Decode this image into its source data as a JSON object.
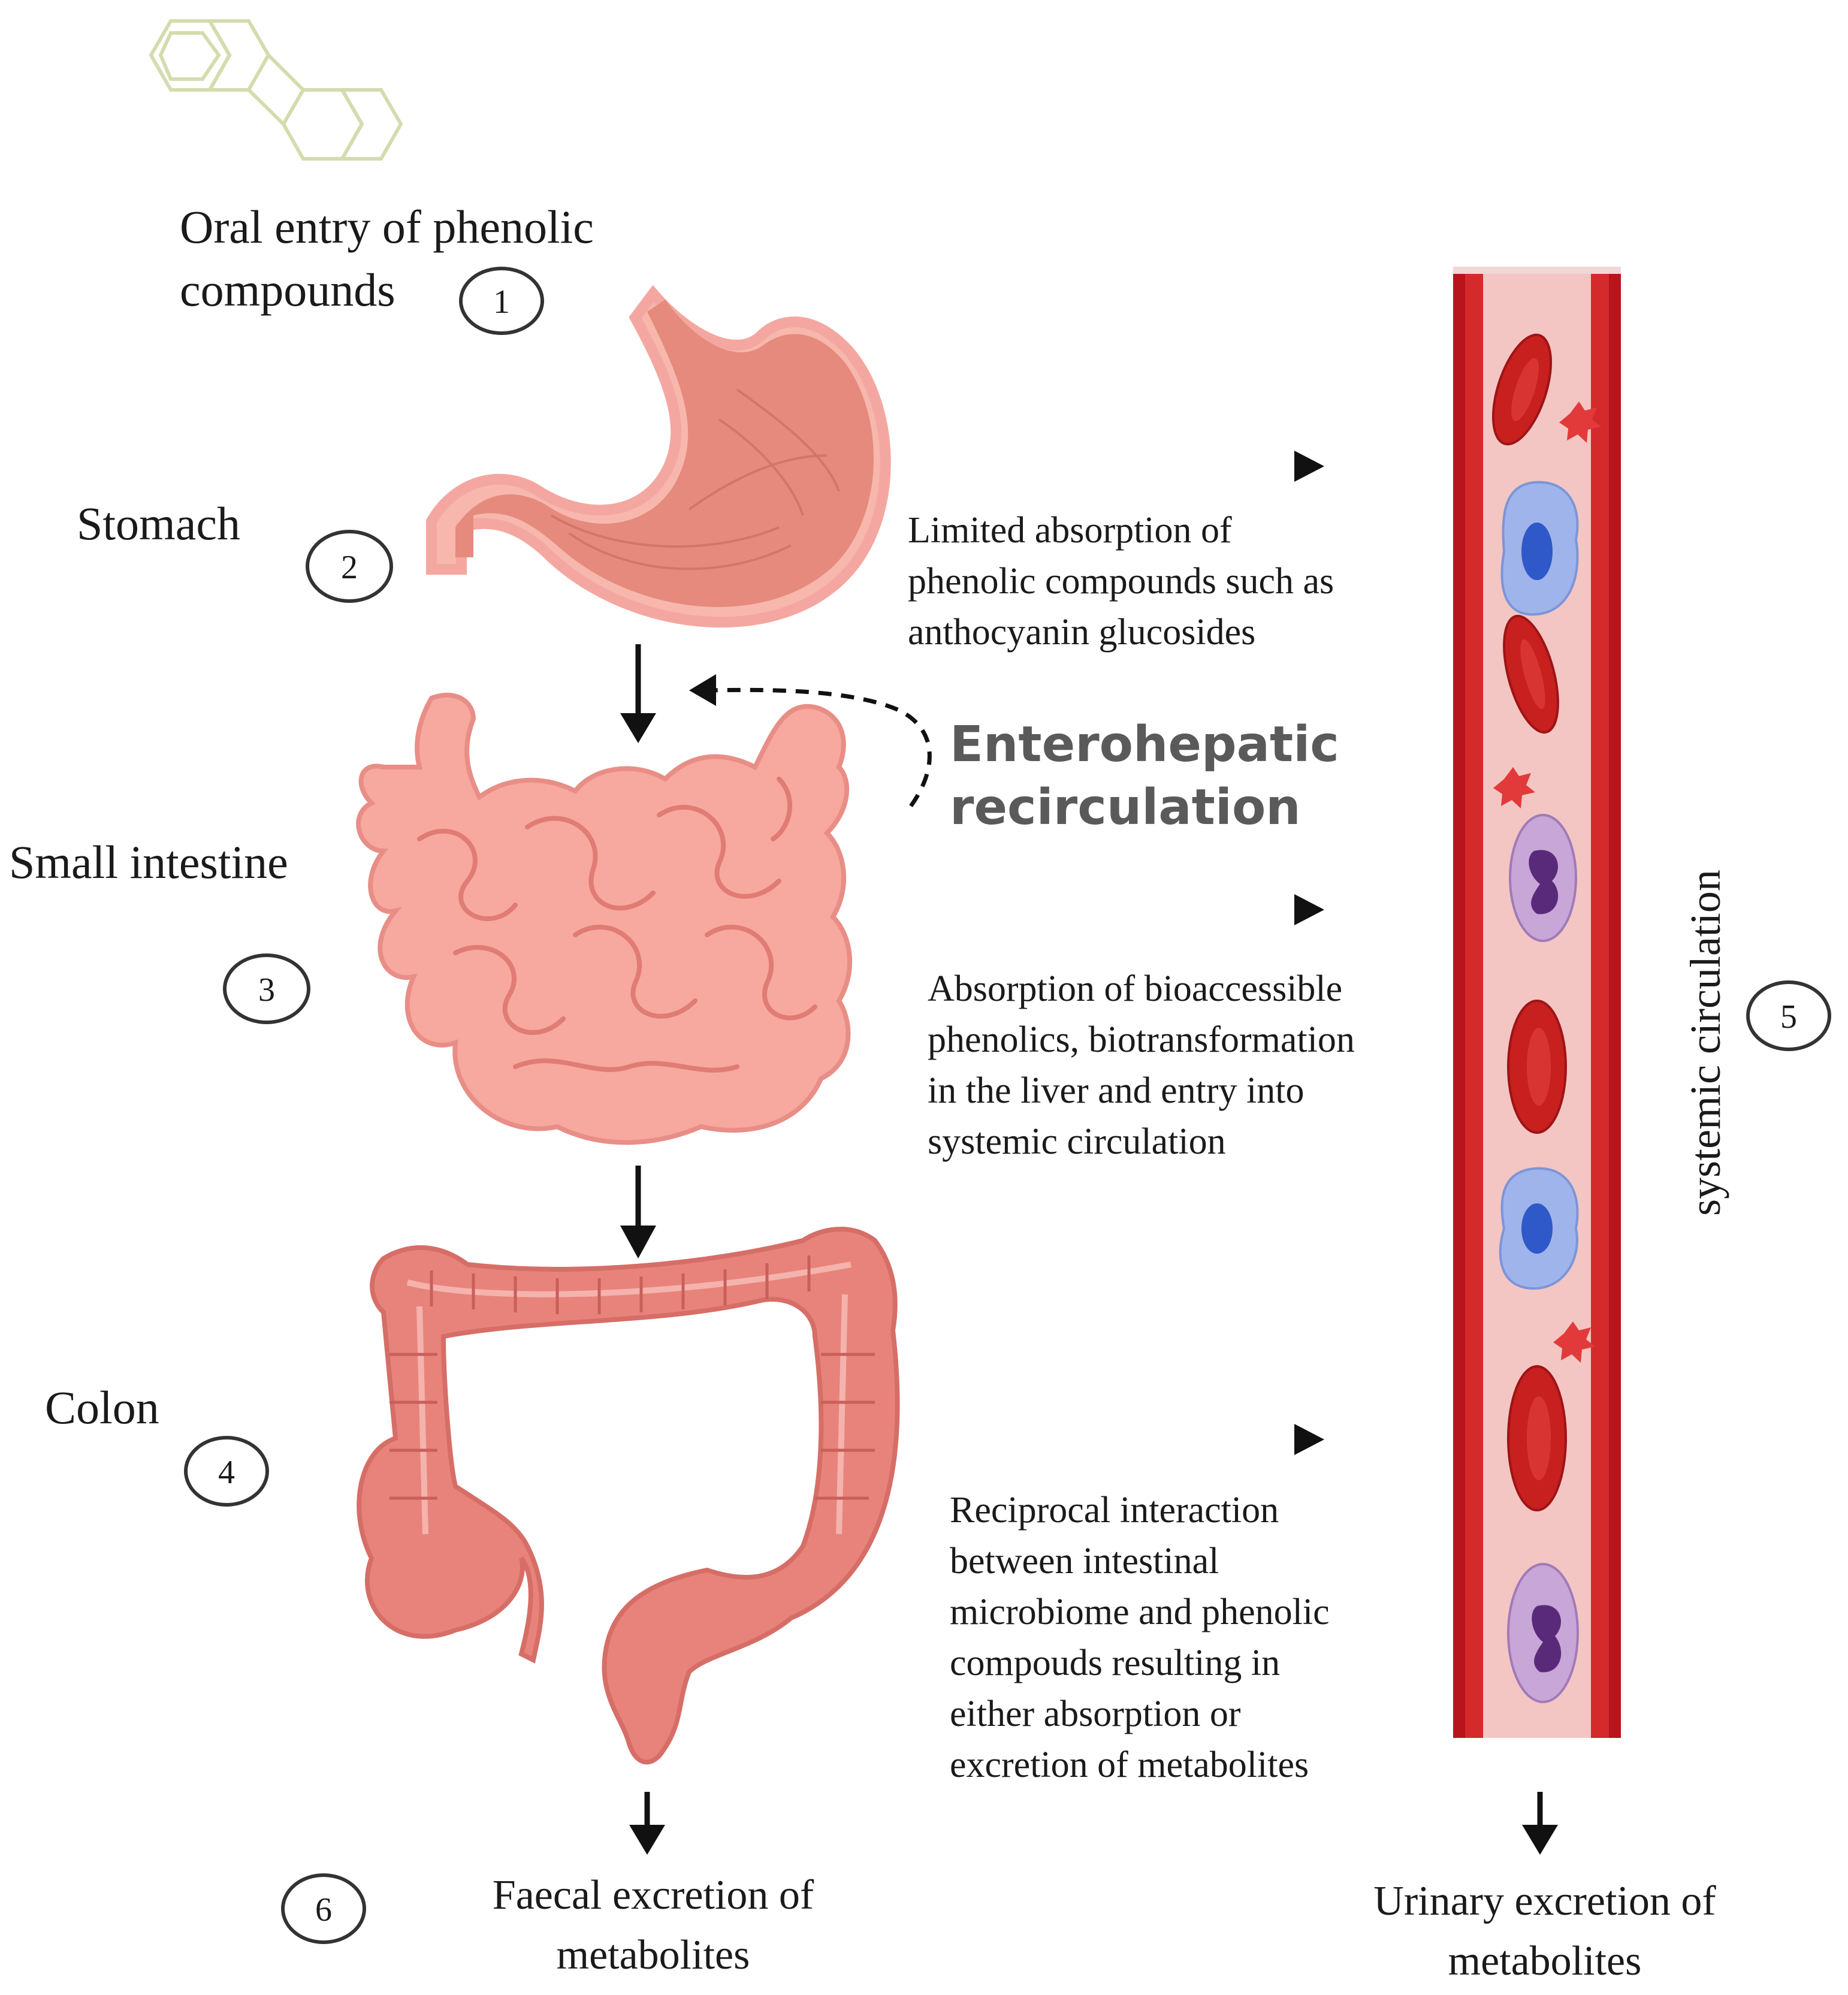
{
  "steps": {
    "oral": {
      "line1": "Oral entry of phenolic",
      "line2": "compounds",
      "num": "1"
    },
    "stomach": {
      "label": "Stomach",
      "num": "2"
    },
    "small_intestine": {
      "label": "Small intestine",
      "num": "3"
    },
    "colon": {
      "label": "Colon",
      "num": "4"
    },
    "systemic": {
      "label": "systemic circulation",
      "num": "5"
    },
    "faecal": {
      "line1": "Faecal excretion of",
      "line2": "metabolites",
      "num": "6"
    },
    "urinary": {
      "line1": "Urinary excretion of",
      "line2": "metabolites"
    }
  },
  "annotations": {
    "stomach_absorption": [
      "Limited absorption of",
      "phenolic compounds such as",
      "anthocyanin glucosides"
    ],
    "intestine_absorption": [
      "Absorption of  bioaccessible",
      "phenolics, biotransformation",
      "in the liver and entry into",
      "systemic circulation"
    ],
    "colon_interaction": [
      "Reciprocal interaction",
      "between intestinal",
      "microbiome and phenolic",
      "compouds resulting in",
      "either absorption or",
      "excretion of metabolites"
    ]
  },
  "enterohepatic": {
    "line1": "Enterohepatic",
    "line2": "recirculation"
  },
  "colors": {
    "organ_pink": "#f4a7a0",
    "organ_outline": "#e07c74",
    "stomach_fill": "#e58a7d",
    "colon_fill": "#e8837b",
    "vessel_wall": "#b8141c",
    "vessel_lumen": "#f3c6c3",
    "rbc": "#c8201f",
    "lymphocyte": "#9fb4ea",
    "neutrophil": "#c8a6d8",
    "molecule": "#d4dcae",
    "arrow": "#111111"
  },
  "icons": [
    "phenolic-molecule-icon",
    "stomach-icon",
    "small-intestine-icon",
    "colon-icon",
    "blood-vessel-icon"
  ]
}
